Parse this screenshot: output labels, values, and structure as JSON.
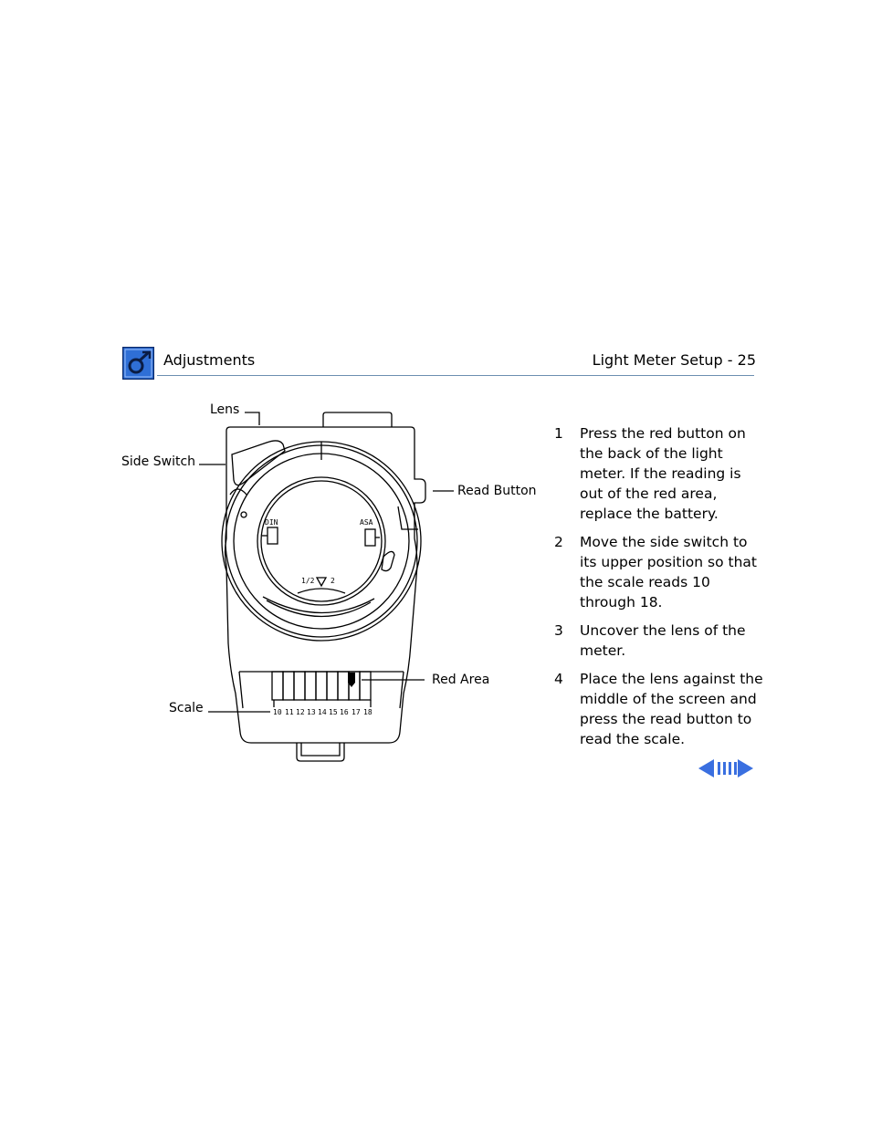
{
  "header": {
    "section_title": "Adjustments",
    "page_title": "Light Meter Setup - 25",
    "logo_icon": "apple-service-manual-icon",
    "accent_color": "#2f6fd6",
    "rule_color": "#6c8fb0"
  },
  "figure": {
    "callouts": {
      "lens": "Lens",
      "side_switch": "Side Switch",
      "read_button": "Read Button",
      "red_area": "Red Area",
      "scale": "Scale"
    },
    "dial_labels": {
      "din": "DIN",
      "asa": "ASA",
      "fraction": "1/2",
      "two": "2"
    },
    "scale_numbers": [
      "10",
      "11",
      "12",
      "13",
      "14",
      "15",
      "16",
      "17",
      "18"
    ]
  },
  "steps": [
    {
      "number": "1",
      "text": "Press the red button on the back of the light meter. If the reading is out of the red area, replace the battery."
    },
    {
      "number": "2",
      "text": "Move the side switch to its upper position so that the scale reads 10 through 18."
    },
    {
      "number": "3",
      "text": "Uncover the lens of the meter."
    },
    {
      "number": "4",
      "text": "Place the lens against the middle of the screen and press the read button to read the scale."
    }
  ],
  "navigation": {
    "prev_icon": "left-arrow-icon",
    "index_icon": "page-index-icon",
    "next_icon": "right-arrow-icon",
    "color": "#3a6fe0"
  }
}
